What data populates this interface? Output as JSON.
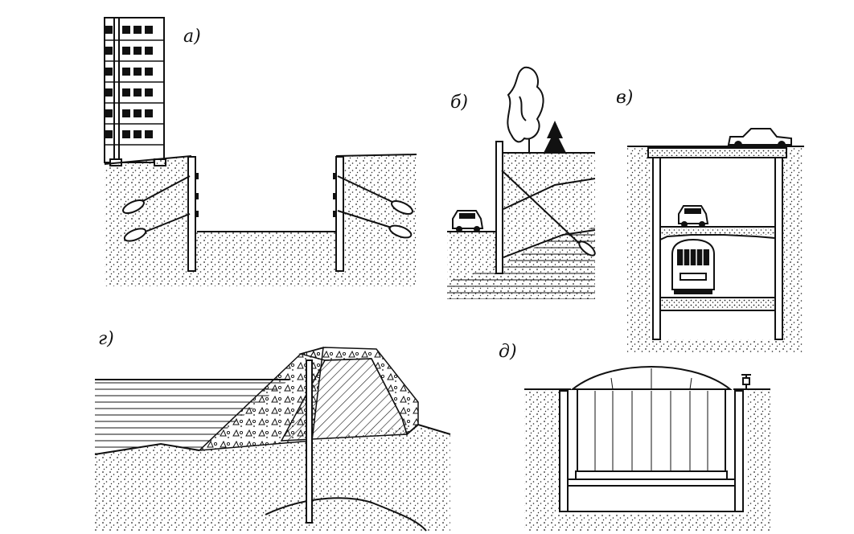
{
  "panels": [
    {
      "id": "a",
      "label": "а)"
    },
    {
      "id": "b",
      "label": "б)"
    },
    {
      "id": "v",
      "label": "в)"
    },
    {
      "id": "g",
      "label": "г)"
    },
    {
      "id": "d",
      "label": "д)"
    }
  ],
  "colors": {
    "ink": "#111111",
    "paper": "#ffffff"
  }
}
